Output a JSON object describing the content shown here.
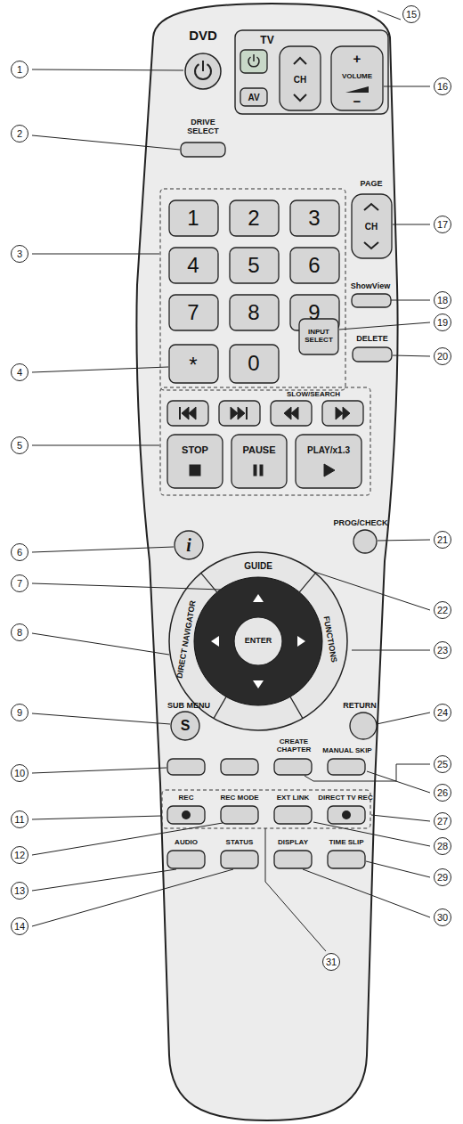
{
  "diagram": {
    "labels": [
      "DVD",
      "DRIVE SELECT",
      "TV",
      "CH",
      "+",
      "VOLUME",
      "−",
      "AV",
      "1",
      "2",
      "3",
      "4",
      "5",
      "6",
      "7",
      "8",
      "9",
      "*",
      "0",
      "PAGE",
      "CH",
      "ShowView",
      "INPUT SELECT",
      "DELETE",
      "SLOW/SEARCH",
      "STOP",
      "PAUSE",
      "PLAY/x1.3",
      "i",
      "PROG/CHECK",
      "GUIDE",
      "DIRECT NAVIGATOR",
      "FUNCTIONS",
      "ENTER",
      "SUB MENU",
      "S",
      "RETURN",
      "CREATE CHAPTER",
      "MANUAL SKIP",
      "REC",
      "REC MODE",
      "EXT LINK",
      "DIRECT TV REC",
      "AUDIO",
      "STATUS",
      "DISPLAY",
      "TIME SLIP",
      "1",
      "2",
      "3",
      "4",
      "5",
      "6",
      "7",
      "8",
      "9",
      "10",
      "11",
      "12",
      "13",
      "14",
      "15",
      "16",
      "17",
      "18",
      "19",
      "20",
      "21",
      "22",
      "23",
      "24",
      "25",
      "26",
      "27",
      "28",
      "29",
      "30",
      "31"
    ]
  }
}
